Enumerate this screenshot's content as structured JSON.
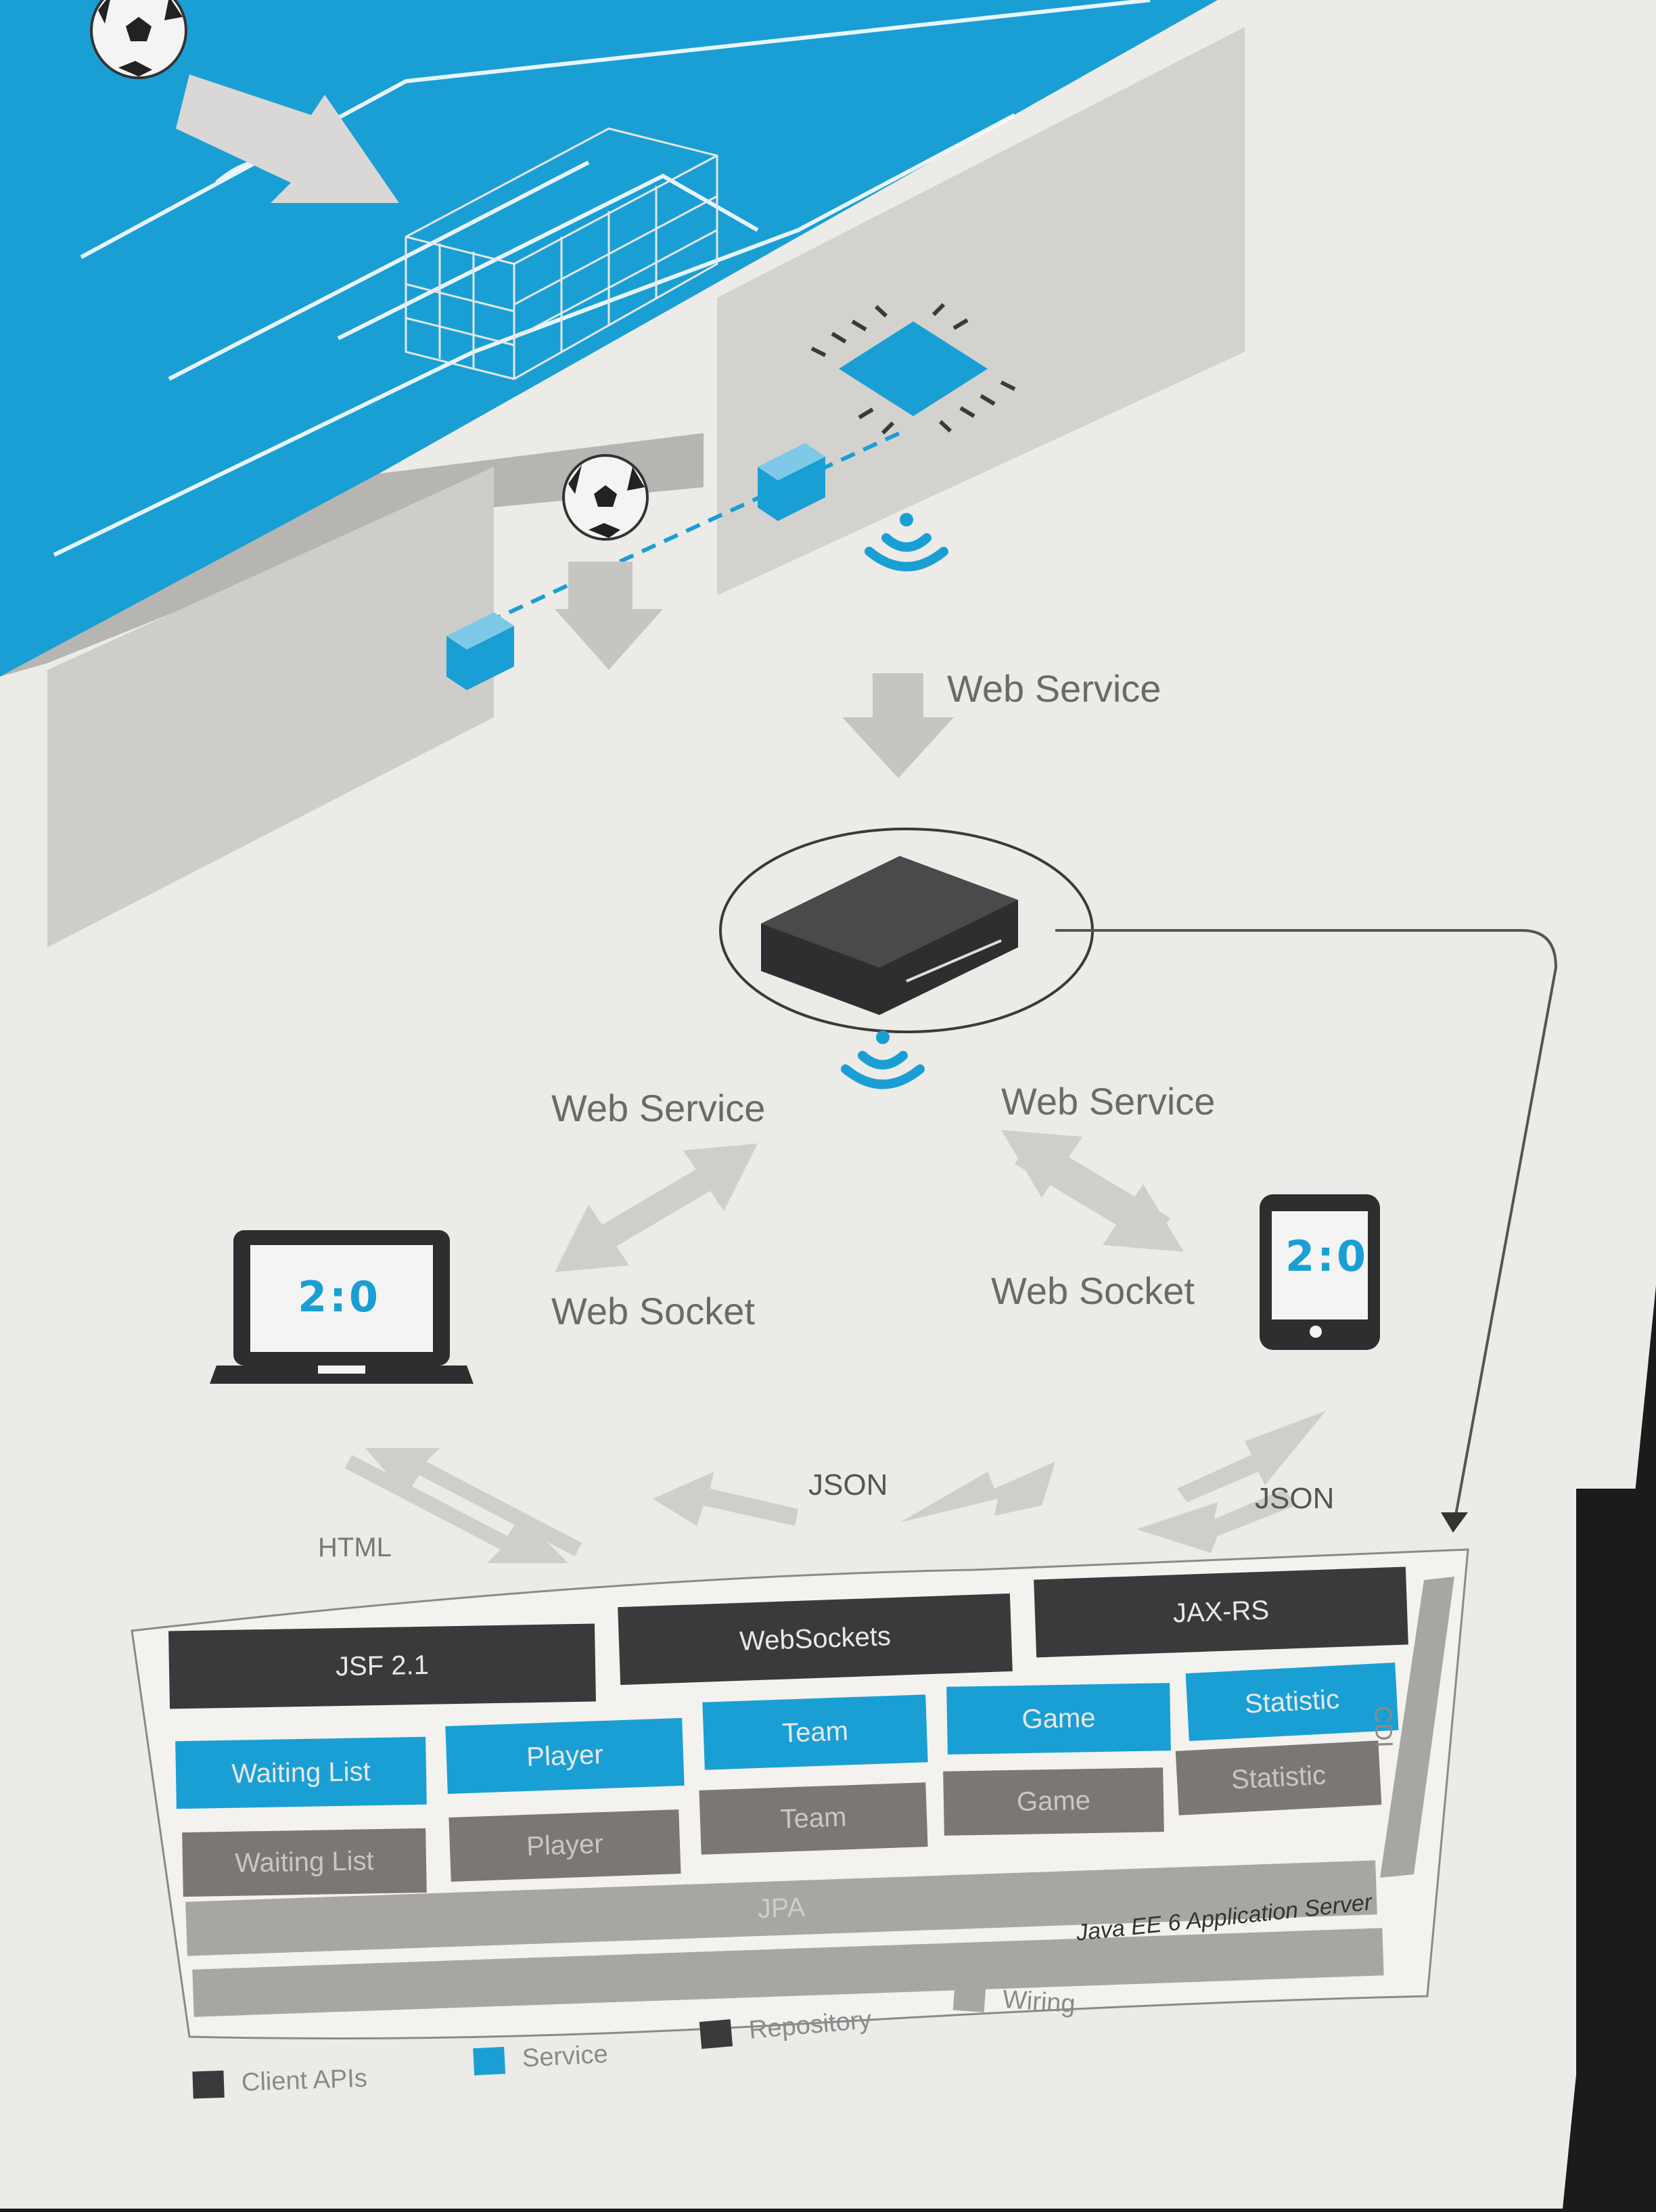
{
  "colors": {
    "pitch_blue": "#1a9fd4",
    "client_api": "#3a3a3c",
    "service": "#1a9fd4",
    "repository": "#7a7775",
    "wiring": "#a8a6a3",
    "poster_bg": "#ecebe8"
  },
  "top_flow": {
    "label": "Web Service"
  },
  "hub": {
    "left_top": "Web Service",
    "left_bottom": "Web Socket",
    "right_top": "Web Service",
    "right_bottom": "Web Socket"
  },
  "laptop": {
    "score": "2:0"
  },
  "phone": {
    "score": "2:0"
  },
  "protocols": {
    "html": "HTML",
    "json_center": "JSON",
    "json_right": "JSON"
  },
  "server": {
    "title": "Java EE 6 Application Server",
    "side_label": "CDI",
    "client_apis": [
      "JSF 2.1",
      "WebSockets",
      "JAX-RS"
    ],
    "services": [
      "Waiting List",
      "Player",
      "Team",
      "Game",
      "Statistic"
    ],
    "repositories": [
      "Waiting List",
      "Player",
      "Team",
      "Game",
      "Statistic"
    ],
    "persistence": "JPA"
  },
  "legend": [
    {
      "label": "Client APIs",
      "color": "#3a3a3c"
    },
    {
      "label": "Service",
      "color": "#1a9fd4"
    },
    {
      "label": "Repository",
      "color": "#3a3a3c"
    },
    {
      "label": "Wiring",
      "color": "#a8a6a3"
    }
  ],
  "icons": [
    "soccer-ball-icon",
    "goal-net-icon",
    "chip-icon",
    "sensor-icon",
    "wifi-icon",
    "gateway-box-icon",
    "laptop-icon",
    "phone-icon"
  ]
}
